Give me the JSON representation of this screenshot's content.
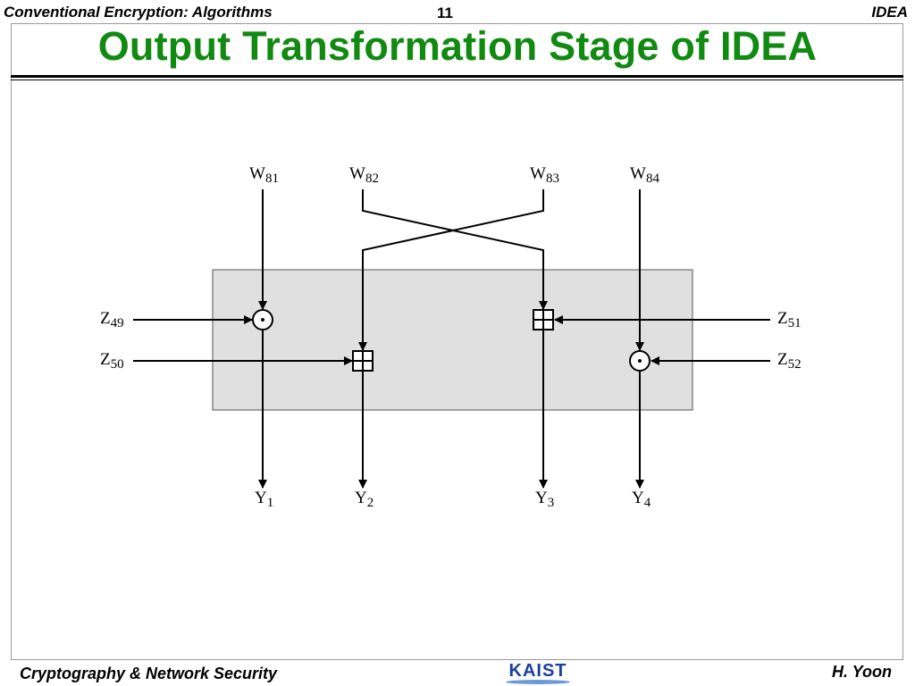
{
  "header": {
    "left": "Conventional Encryption: Algorithms",
    "page_number": "11",
    "right": "IDEA"
  },
  "title": "Output Transformation Stage of IDEA",
  "diagram": {
    "inputs": [
      {
        "base": "W",
        "sub": "81"
      },
      {
        "base": "W",
        "sub": "82"
      },
      {
        "base": "W",
        "sub": "83"
      },
      {
        "base": "W",
        "sub": "84"
      }
    ],
    "keys": [
      {
        "base": "Z",
        "sub": "49",
        "operation": "multiply"
      },
      {
        "base": "Z",
        "sub": "50",
        "operation": "add"
      },
      {
        "base": "Z",
        "sub": "51",
        "operation": "add"
      },
      {
        "base": "Z",
        "sub": "52",
        "operation": "multiply"
      }
    ],
    "outputs": [
      {
        "base": "Y",
        "sub": "1"
      },
      {
        "base": "Y",
        "sub": "2"
      },
      {
        "base": "Y",
        "sub": "3"
      },
      {
        "base": "Y",
        "sub": "4"
      }
    ]
  },
  "footer": {
    "left": "Cryptography & Network Security",
    "logo": "KAIST",
    "right": "H. Yoon"
  },
  "colors": {
    "title": "#108a10",
    "box_fill": "#e0e0e0",
    "logo": "#1b3fa0"
  }
}
